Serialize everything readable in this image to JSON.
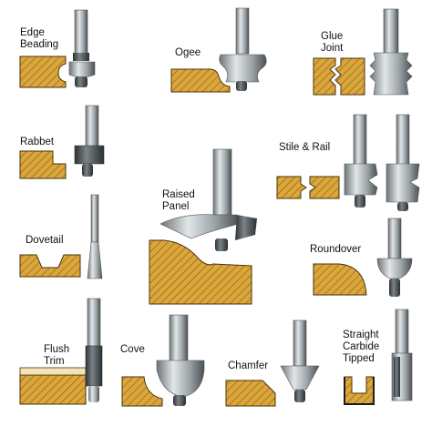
{
  "colors": {
    "wood": "#dba63c",
    "wood_hatch": "#8a6112",
    "wood_edge": "#4a3208",
    "steel_dark": "#3f4549",
    "steel_mid": "#8e969b",
    "steel_light": "#d7dcde"
  },
  "labels": {
    "edge_beading": "Edge\nBeading",
    "ogee": "Ogee",
    "glue_joint": "Glue\nJoint",
    "rabbet": "Rabbet",
    "stile_rail": "Stile & Rail",
    "raised_panel": "Raised\nPanel",
    "dovetail": "Dovetail",
    "roundover": "Roundover",
    "flush_trim": "Flush\nTrim",
    "cove": "Cove",
    "chamfer": "Chamfer",
    "straight_carbide": "Straight\nCarbide\nTipped"
  },
  "icons": [
    "router-bit-icon",
    "wood-profile-icon"
  ]
}
